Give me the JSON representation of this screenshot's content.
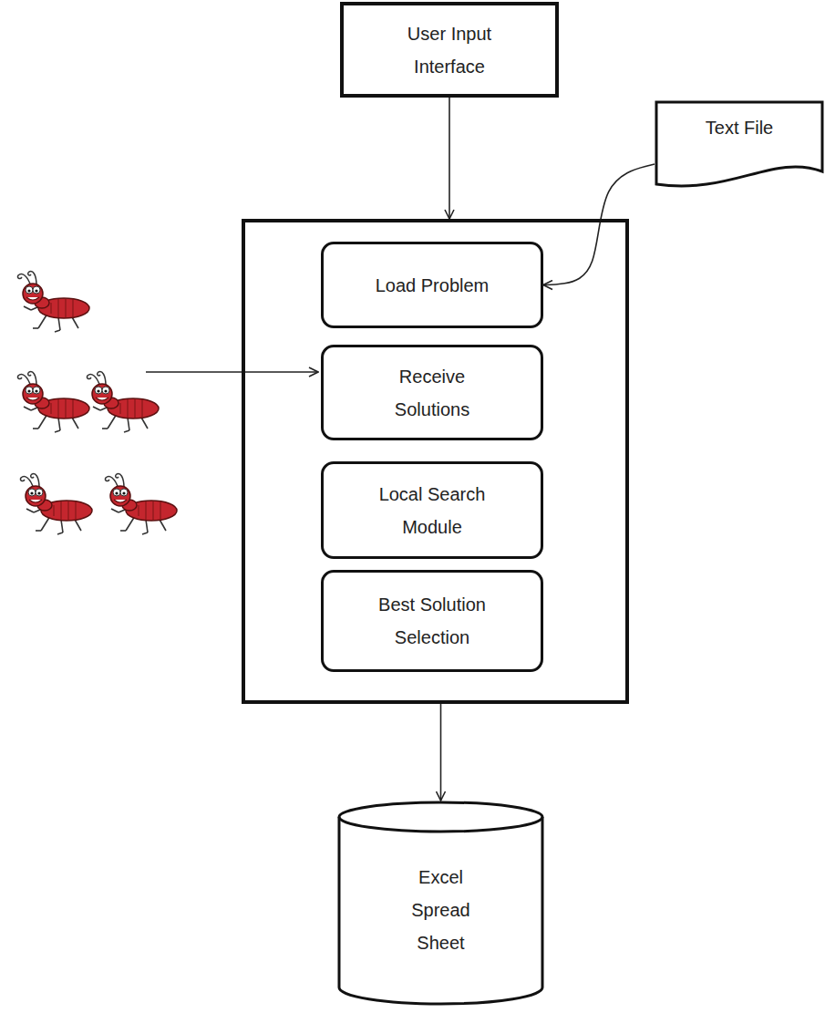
{
  "diagram": {
    "nodes": [
      {
        "text": [
          "User Input Interface"
        ]
      },
      {
        "text": [
          "Text File"
        ]
      },
      {
        "text": []
      },
      {
        "text": [
          "Load Problem"
        ],
        "in": 2
      },
      {
        "text": [
          "Receive Solutions"
        ],
        "in": 2
      },
      {
        "text": [
          "Local Search Module"
        ],
        "in": 2
      },
      {
        "text": [
          "Best Solution Selection"
        ],
        "in": 2
      },
      {
        "text": [
          "Excel Spread Sheet"
        ]
      }
    ],
    "edges": [
      {
        "from": 0,
        "to": 2,
        "arrow": "to"
      },
      {
        "from": 1,
        "to": 3,
        "arrow": "to"
      },
      {
        "from": 2,
        "to": 7,
        "arrow": "to"
      }
    ]
  }
}
